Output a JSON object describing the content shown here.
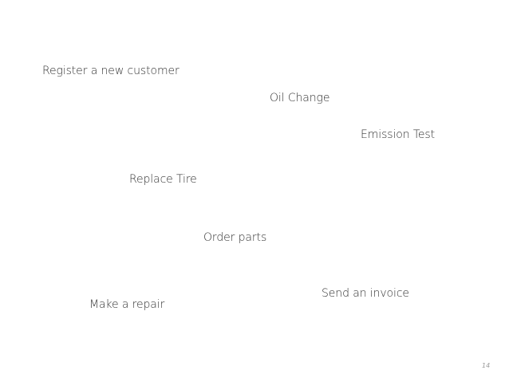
{
  "slide": {
    "labels": {
      "register_customer": "Register a new customer",
      "oil_change": "Oil Change",
      "emission_test": "Emission Test",
      "replace_tire": "Replace Tire",
      "order_parts": "Order parts",
      "send_invoice": "Send an invoice",
      "make_repair": "Make a repair"
    },
    "page_number": "14"
  },
  "colors": {
    "background": "#ffffff",
    "text": "#333333",
    "page_number": "#9a9a9a"
  }
}
